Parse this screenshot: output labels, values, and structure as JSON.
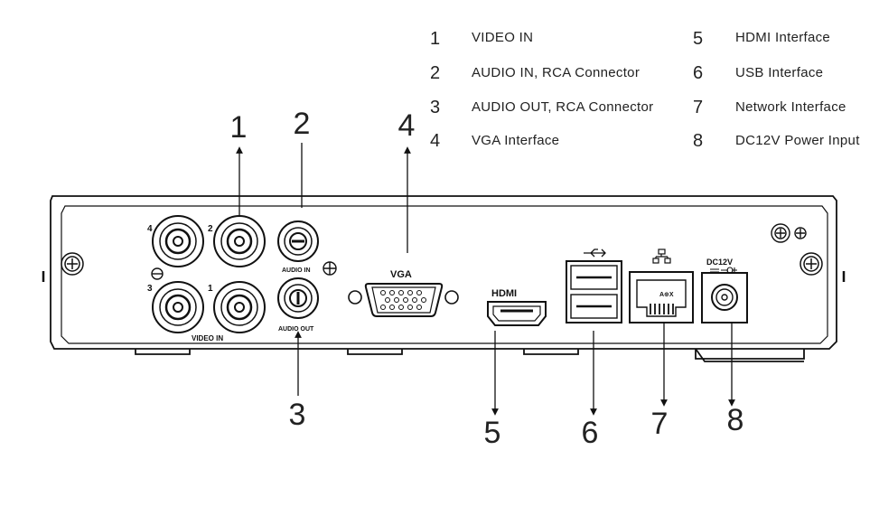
{
  "legend": [
    {
      "num": "1",
      "label": "VIDEO IN"
    },
    {
      "num": "2",
      "label": "AUDIO IN, RCA Connector"
    },
    {
      "num": "3",
      "label": "AUDIO OUT, RCA Connector"
    },
    {
      "num": "4",
      "label": "VGA Interface"
    },
    {
      "num": "5",
      "label": "HDMI Interface"
    },
    {
      "num": "6",
      "label": "USB Interface"
    },
    {
      "num": "7",
      "label": "Network Interface"
    },
    {
      "num": "8",
      "label": "DC12V Power Input"
    }
  ],
  "callouts": [
    "1",
    "2",
    "3",
    "4",
    "5",
    "6",
    "7",
    "8"
  ],
  "panel_labels": {
    "bnc_4": "4",
    "bnc_2": "2",
    "bnc_3": "3",
    "bnc_1": "1",
    "video_in": "VIDEO IN",
    "audio_in": "AUDIO IN",
    "audio_out": "AUDIO OUT",
    "vga": "VGA",
    "hdmi": "HDMI",
    "lan": "A⊕X",
    "dc": "DC12V"
  }
}
